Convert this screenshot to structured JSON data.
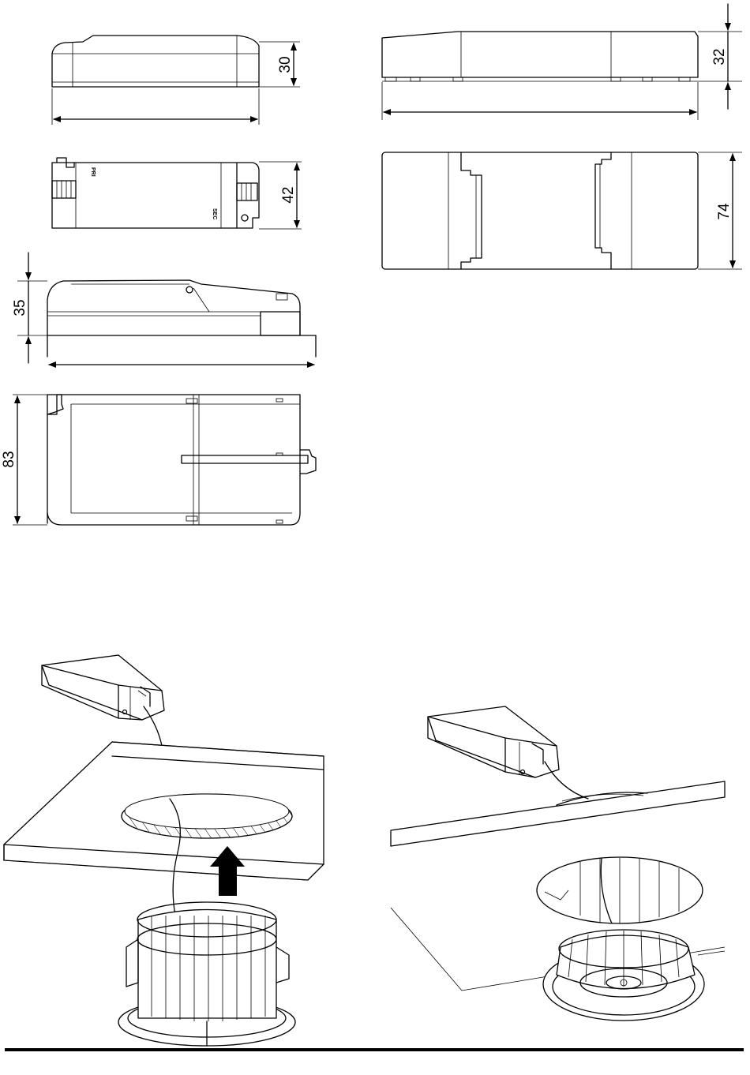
{
  "dimensions": {
    "driver_a_height": "30",
    "driver_a_depth": "42",
    "driver_b_height": "35",
    "driver_b_depth": "83",
    "driver_c_height": "32",
    "driver_c_depth": "74"
  },
  "markings": {
    "primary": "PRI",
    "secondary": "SEC"
  },
  "colors": {
    "line": "#000000",
    "background": "#ffffff"
  }
}
